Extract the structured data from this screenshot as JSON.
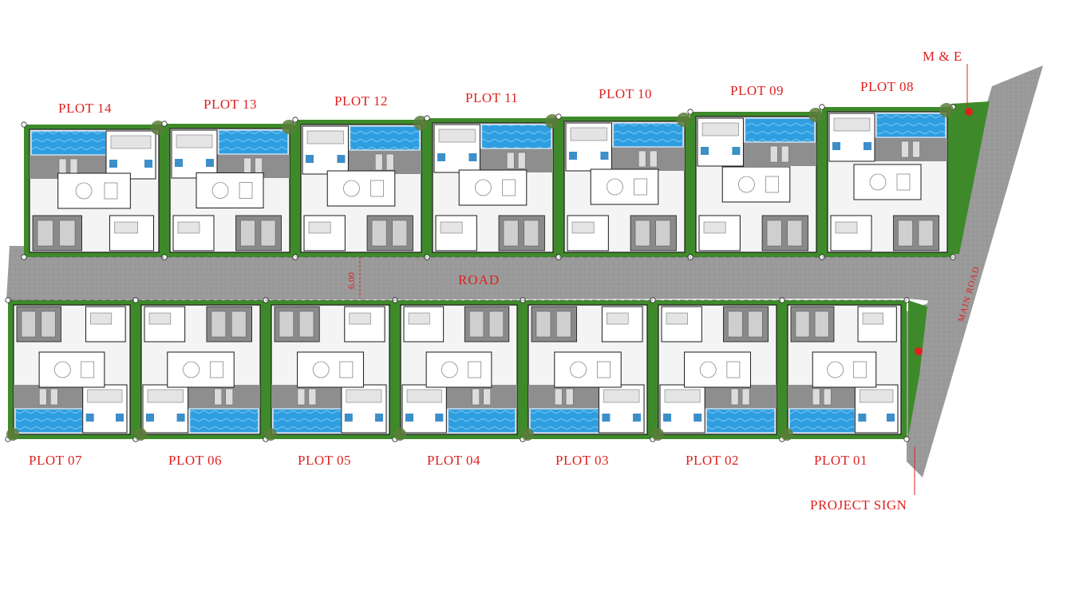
{
  "road": {
    "label": "ROAD",
    "width_label": "6.00"
  },
  "main_road": {
    "label": "MAIN ROAD"
  },
  "markers": {
    "me_label": "M & E",
    "project_sign_label": "PROJECT SIGN"
  },
  "top_plots": [
    "PLOT 14",
    "PLOT 13",
    "PLOT 12",
    "PLOT 11",
    "PLOT 10",
    "PLOT 09",
    "PLOT 08"
  ],
  "bottom_plots": [
    "PLOT 07",
    "PLOT 06",
    "PLOT 05",
    "PLOT 04",
    "PLOT 03",
    "PLOT 02",
    "PLOT 01"
  ],
  "colors": {
    "grass": "#3e8a2a",
    "road": "#9b9b9b",
    "pool": "#2f9ee0",
    "label": "#e02020",
    "wall": "#1a1a1a",
    "deck": "#8e8e8e"
  }
}
